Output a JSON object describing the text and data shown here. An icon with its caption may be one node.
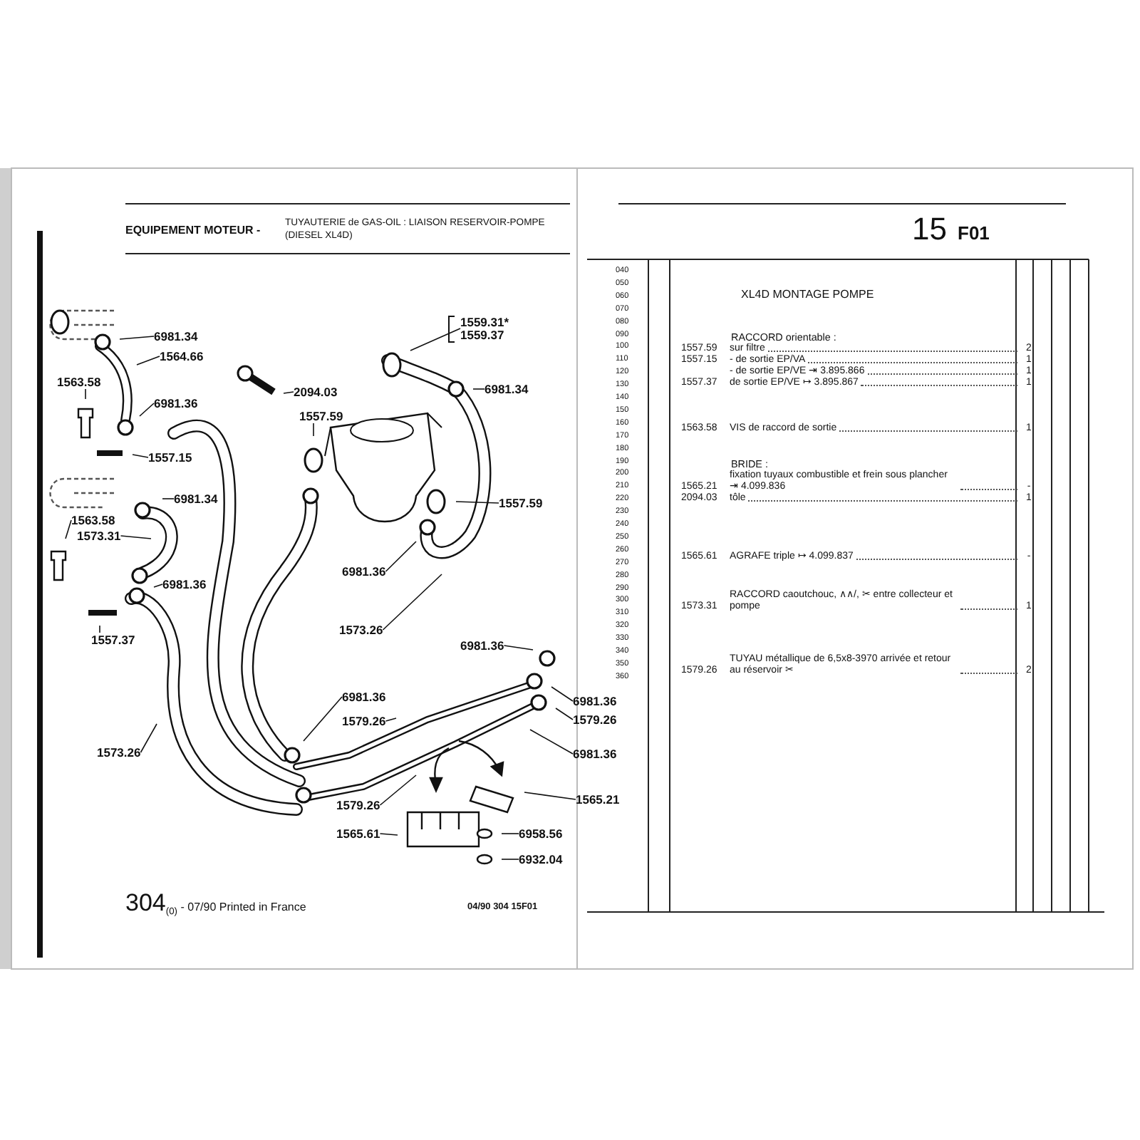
{
  "diagram": {
    "title": "EQUIPEMENT MOTEUR -",
    "nodes": [
      {
        "text": [
          "6981.34"
        ]
      },
      {
        "text": [
          "1564.66"
        ]
      },
      {
        "text": [
          "1563.58"
        ]
      },
      {
        "text": [
          "6981.36"
        ]
      },
      {
        "text": [
          "1557.15"
        ]
      },
      {
        "text": [
          "2094.03"
        ]
      },
      {
        "text": [
          "1559.31*",
          "1559.37"
        ]
      },
      {
        "text": [
          "6981.34"
        ]
      },
      {
        "text": [
          "1557.59"
        ]
      },
      {
        "text": [
          "1557.59"
        ]
      },
      {
        "text": [
          "6981.34"
        ]
      },
      {
        "text": [
          "1563.58"
        ]
      },
      {
        "text": [
          "1573.31"
        ]
      },
      {
        "text": [
          "6981.36"
        ]
      },
      {
        "text": [
          "1557.37"
        ]
      },
      {
        "text": [
          "6981.36"
        ]
      },
      {
        "text": [
          "1573.26"
        ]
      },
      {
        "text": [
          "1573.26"
        ]
      },
      {
        "text": [
          "6981.36"
        ]
      },
      {
        "text": [
          "1579.26"
        ]
      },
      {
        "text": [
          "1579.26"
        ]
      },
      {
        "text": [
          "1565.61"
        ]
      },
      {
        "text": [
          "6981.36"
        ]
      },
      {
        "text": [
          "6981.36"
        ]
      },
      {
        "text": [
          "1579.26"
        ]
      },
      {
        "text": [
          "6981.36"
        ]
      },
      {
        "text": [
          "1565.21"
        ]
      },
      {
        "text": [
          "6958.56"
        ]
      },
      {
        "text": [
          "6932.04"
        ]
      }
    ],
    "edges": [
      {
        "from": 0,
        "to": null,
        "arrow": "none"
      },
      {
        "from": 1,
        "to": null,
        "arrow": "none"
      },
      {
        "from": 2,
        "to": null,
        "arrow": "none"
      },
      {
        "from": 3,
        "to": null,
        "arrow": "none"
      },
      {
        "from": 4,
        "to": null,
        "arrow": "none"
      },
      {
        "from": 5,
        "to": null,
        "arrow": "none"
      },
      {
        "from": 6,
        "to": null,
        "arrow": "none"
      },
      {
        "from": 7,
        "to": null,
        "arrow": "none"
      },
      {
        "from": 8,
        "to": null,
        "arrow": "none"
      },
      {
        "from": 9,
        "to": null,
        "arrow": "none"
      },
      {
        "from": 10,
        "to": null,
        "arrow": "none"
      },
      {
        "from": 11,
        "to": null,
        "arrow": "none"
      },
      {
        "from": 12,
        "to": null,
        "arrow": "none"
      },
      {
        "from": 13,
        "to": null,
        "arrow": "none"
      },
      {
        "from": 14,
        "to": null,
        "arrow": "none"
      },
      {
        "from": 15,
        "to": null,
        "arrow": "none"
      },
      {
        "from": 16,
        "to": null,
        "arrow": "none"
      },
      {
        "from": 17,
        "to": null,
        "arrow": "none"
      },
      {
        "from": 18,
        "to": null,
        "arrow": "none"
      },
      {
        "from": 19,
        "to": null,
        "arrow": "none"
      },
      {
        "from": 20,
        "to": null,
        "arrow": "none"
      },
      {
        "from": 21,
        "to": null,
        "arrow": "none"
      },
      {
        "from": 22,
        "to": null,
        "arrow": "none"
      },
      {
        "from": 23,
        "to": null,
        "arrow": "none"
      },
      {
        "from": 24,
        "to": null,
        "arrow": "none"
      },
      {
        "from": 25,
        "to": null,
        "arrow": "none"
      },
      {
        "from": 26,
        "to": null,
        "arrow": "none"
      },
      {
        "from": 27,
        "to": null,
        "arrow": "none"
      },
      {
        "from": 28,
        "to": null,
        "arrow": "none"
      }
    ],
    "labels": [
      "TUYAUTERIE de GAS-OIL : LIAISON RESERVOIR-POMPE (DIESEL XL4D)",
      "15",
      "F01",
      "XL4D MONTAGE POMPE",
      "RACCORD orientable :",
      "1557.59",
      "sur filtre",
      "2",
      "1557.15",
      "- de sortie EP/VA",
      "1",
      "- de sortie EP/VE ⇥ 3.895.866",
      "1",
      "1557.37",
      "de sortie EP/VE ↦ 3.895.867",
      "1",
      "1563.58",
      "VIS de raccord de sortie",
      "1",
      "BRIDE :",
      "1565.21",
      "fixation tuyaux combustible et frein sous plancher ⇥ 4.099.836",
      "-",
      "2094.03",
      "tôle",
      "1",
      "1565.61",
      "AGRAFE triple ↦ 4.099.837",
      "-",
      "1573.31",
      "RACCORD caoutchouc, ∧∧/, ✂ entre collecteur et pompe",
      "1",
      "1579.26",
      "TUYAU métallique de 6,5x8-3970 arrivée et retour au réservoir ✂",
      "2",
      "304$_{(0)}$ - 07/90 Printed in France",
      "04/90 304 15F01",
      "040",
      "050",
      "060",
      "070",
      "080",
      "090",
      "100",
      "110",
      "120",
      "130",
      "140",
      "150",
      "160",
      "170",
      "180",
      "190",
      "200",
      "210",
      "220",
      "230",
      "240",
      "250",
      "260",
      "270",
      "280",
      "290",
      "300",
      "310",
      "320",
      "330",
      "340",
      "350",
      "360"
    ]
  }
}
